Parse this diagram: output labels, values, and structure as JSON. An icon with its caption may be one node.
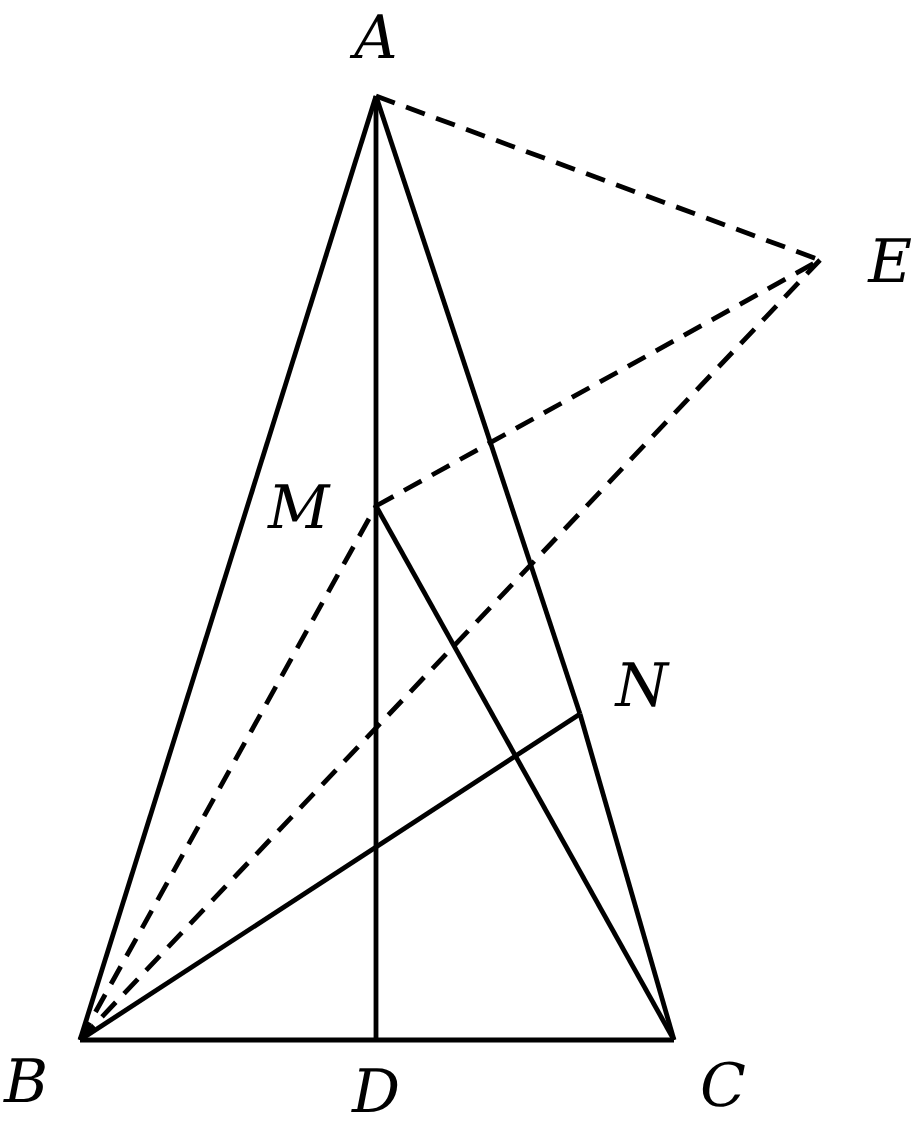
{
  "diagram": {
    "nodes": [
      {
        "text": [
          "A"
        ]
      },
      {
        "text": [
          "B"
        ]
      },
      {
        "text": [
          "C"
        ]
      },
      {
        "text": [
          "D"
        ]
      },
      {
        "text": [
          "M"
        ]
      },
      {
        "text": [
          "N"
        ]
      },
      {
        "text": [
          "E"
        ]
      }
    ],
    "edges": [
      {
        "from": 0,
        "to": 1,
        "arrow": "none"
      },
      {
        "from": 0,
        "to": 5,
        "arrow": "none"
      },
      {
        "from": 5,
        "to": 2,
        "arrow": "none"
      },
      {
        "from": 1,
        "to": 3,
        "arrow": "none"
      },
      {
        "from": 3,
        "to": 2,
        "arrow": "none"
      },
      {
        "from": 0,
        "to": 4,
        "arrow": "none"
      },
      {
        "from": 4,
        "to": 3,
        "arrow": "none"
      },
      {
        "from": 4,
        "to": 2,
        "arrow": "none"
      },
      {
        "from": 1,
        "to": 5,
        "arrow": "none"
      },
      {
        "from": 0,
        "to": 6,
        "arrow": "none",
        "style": "dashed"
      },
      {
        "from": 4,
        "to": 6,
        "arrow": "none",
        "style": "dashed"
      },
      {
        "from": 1,
        "to": 6,
        "arrow": "none",
        "style": "dashed"
      },
      {
        "from": 1,
        "to": 4,
        "arrow": "none",
        "style": "dashed"
      }
    ]
  }
}
